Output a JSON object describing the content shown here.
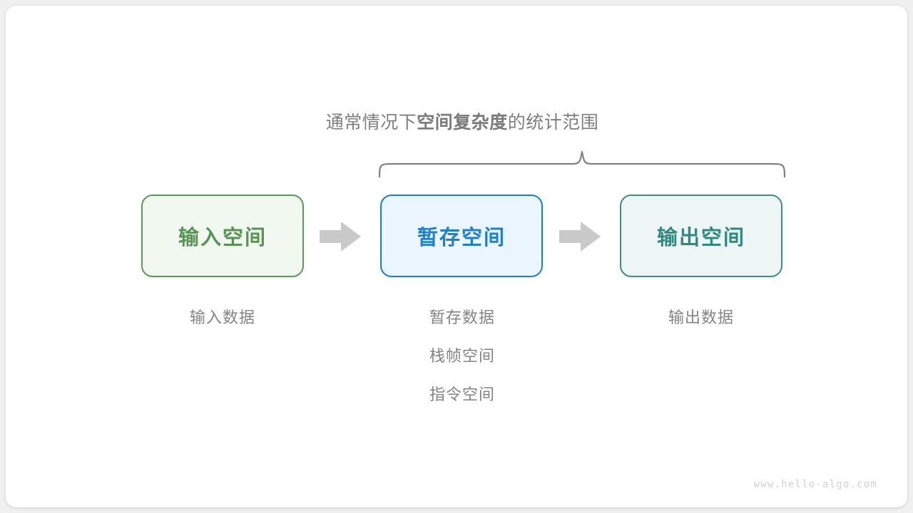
{
  "diagram": {
    "title_prefix": "通常情况下",
    "title_bold": "空间复杂度",
    "title_suffix": "的统计范围",
    "brace_label_full": "通常情况下空间复杂度的统计范围",
    "boxes": [
      {
        "label": "输入空间",
        "border_color": "#5a9a55",
        "fill_color": "#f1f8ef",
        "text_color": "#559452"
      },
      {
        "label": "暂存空间",
        "border_color": "#1a7fd4",
        "fill_color": "#eaf5fd",
        "text_color": "#1f81cd"
      },
      {
        "label": "输出空间",
        "border_color": "#3d8f86",
        "fill_color": "#edf6f4",
        "text_color": "#2e8a80"
      }
    ],
    "arrows": [
      {
        "direction": "right",
        "color": "#c9c9c9"
      },
      {
        "direction": "right",
        "color": "#c9c9c9"
      }
    ],
    "captions": [
      {
        "lines": [
          "输入数据"
        ]
      },
      {
        "lines": [
          "暂存数据",
          "栈帧空间",
          "指令空间"
        ]
      },
      {
        "lines": [
          "输出数据"
        ]
      }
    ],
    "brace": {
      "color": "#808080",
      "orientation": "down"
    },
    "watermark": "www.hello-algo.com"
  }
}
